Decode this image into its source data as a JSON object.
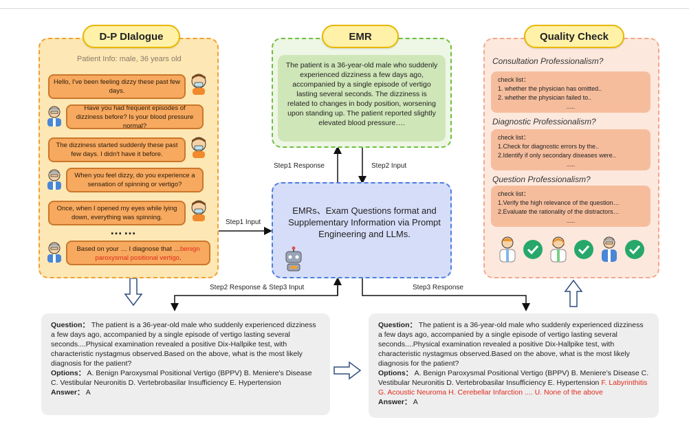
{
  "dialogue": {
    "title": "D-P DIalogue",
    "patient_info": "Patient Info: male, 36 years old",
    "turns": [
      "Hello, I've been feeling dizzy these past few days.",
      "Have you had frequent episodes of dizziness before? Is your blood pressure normal?",
      "The dizziness started suddenly these past few days. I didn't have it before.",
      "When you feel dizzy, do you experience a sensation of spinning or vertigo?",
      "Once, when I opened my eyes while lying down, everything was spinning."
    ],
    "ellipsis": "……",
    "final_prefix": "Based on your … I diagnose that …",
    "final_red_a": "benign",
    "final_red_b": "paroxysmal positional vertigo",
    "final_suffix": "."
  },
  "emr": {
    "title": "EMR",
    "text": "The patient is a 36-year-old male who suddenly experienced dizziness a few days ago, accompanied by a single episode of vertigo lasting several seconds. The dizziness is related to changes in body position, worsening upon standing up. The patient reported slightly elevated blood pressure…."
  },
  "llm": {
    "text": "EMRs、Exam Questions format and Supplementary Information via Prompt Engineering and LLMs."
  },
  "quality": {
    "title": "Quality Check",
    "sections": [
      {
        "title": "Consultation Professionalism?",
        "head": "check list：",
        "line1": "1. whether the physician has omitted..",
        "line2": "2. whether the physician failed to..",
        "dots": "....."
      },
      {
        "title": "Diagnostic Professionalism?",
        "head": "check list：",
        "line1": "1.Check for diagnostic errors by the..",
        "line2": "2.Identify if only secondary diseases were..",
        "dots": "....."
      },
      {
        "title": "Question Professionalism?",
        "head": "check list：",
        "line1": "1.Verify the high relevance of the question…",
        "line2": "2.Evaluate the rationality of the distractors…",
        "dots": "....."
      }
    ]
  },
  "arrows": {
    "step1_input": "Step1 Input",
    "step1_response": "Step1 Response",
    "step2_input": "Step2 Input",
    "step2_resp_step3_input": "Step2 Response & Step3 Input",
    "step3_response": "Step3 Response"
  },
  "question_left": {
    "q_label": "Question：",
    "q_text": " The patient is a 36-year-old male who suddenly experienced dizziness a few days ago, accompanied by a single episode of vertigo lasting several seconds....Physical examination revealed a positive Dix-Hallpike test, with characteristic nystagmus observed.Based on the above, what is the most likely diagnosis for the patient?",
    "o_label": "Options：",
    "o_text": " A. Benign Paroxysmal Positional Vertigo (BPPV) B. Meniere's Disease C. Vestibular Neuronitis D. Vertebrobasilar Insufficiency E. Hypertension",
    "a_label": "Answer：",
    "a_text": " A"
  },
  "question_right": {
    "q_label": "Question：",
    "q_text": " The patient is a 36-year-old male who suddenly experienced dizziness a few days ago, accompanied by a single episode of vertigo lasting several seconds....Physical examination revealed a positive Dix-Hallpike test, with characteristic nystagmus observed.Based on the above, what is the most likely diagnosis for the patient?",
    "o_label": "Options：",
    "o_text": " A. Benign Paroxysmal Positional Vertigo (BPPV) B. Meniere’s Disease C. Vestibular Neuronitis D. Vertebrobasilar Insufficiency E. Hypertension ",
    "o_red": "F. Labyrinthitis G. Acoustic Neuroma H. Cerebellar Infarction .... U. None of the above",
    "a_label": "Answer：",
    "a_text": " A"
  },
  "colors": {
    "dialogue_bg": "#fde7b4",
    "dialogue_border": "#f0a030",
    "emr_bg": "#e5f0d8",
    "emr_border": "#6cbf3a",
    "quality_bg": "#fde3d6",
    "quality_border": "#f2a88b",
    "llm_bg": "#d6ddf8",
    "llm_border": "#4a7de0",
    "check_green": "#27a86a"
  },
  "icons": [
    "patient-icon",
    "doctor-icon",
    "robot-icon",
    "check-icon",
    "down-arrow-icon",
    "up-arrow-icon",
    "right-arrow-icon"
  ]
}
